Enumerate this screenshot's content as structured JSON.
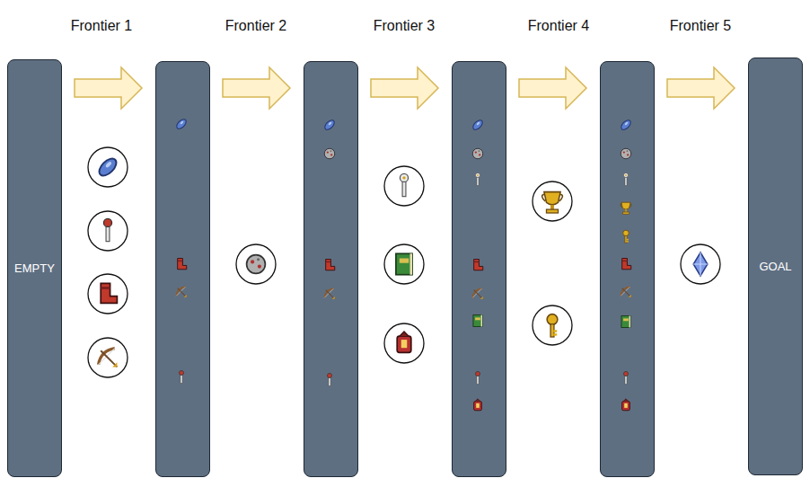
{
  "diagram": {
    "nodes": [
      {
        "text": [
          "EMPTY"
        ]
      },
      {
        "text": [
          "GOAL"
        ]
      }
    ],
    "labels": [
      "Frontier 1",
      "Frontier 2",
      "Frontier 3",
      "Frontier 4",
      "Frontier 5"
    ]
  }
}
